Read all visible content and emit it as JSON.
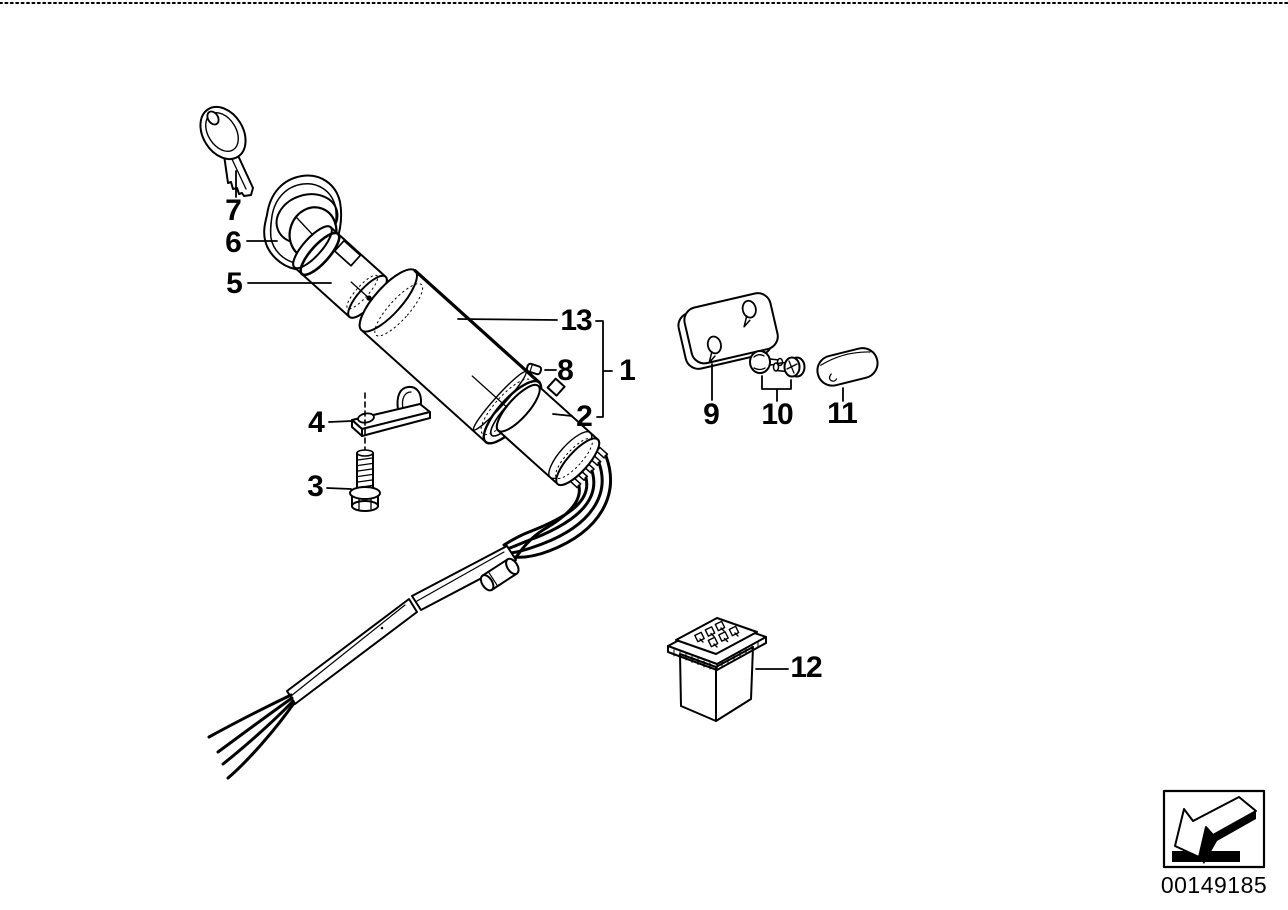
{
  "page": {
    "background_color": "#ffffff",
    "ink_color": "#000000",
    "top_border_style": "dotted"
  },
  "diagram": {
    "type": "exploded-parts-diagram",
    "callouts": [
      {
        "label": "1"
      },
      {
        "label": "2"
      },
      {
        "label": "3"
      },
      {
        "label": "4"
      },
      {
        "label": "5"
      },
      {
        "label": "6"
      },
      {
        "label": "7"
      },
      {
        "label": "8"
      },
      {
        "label": "9"
      },
      {
        "label": "10"
      },
      {
        "label": "11"
      },
      {
        "label": "12"
      },
      {
        "label": "13"
      }
    ],
    "stamp": {
      "number": "00149185",
      "icon": "corner-arrow-icon"
    }
  }
}
